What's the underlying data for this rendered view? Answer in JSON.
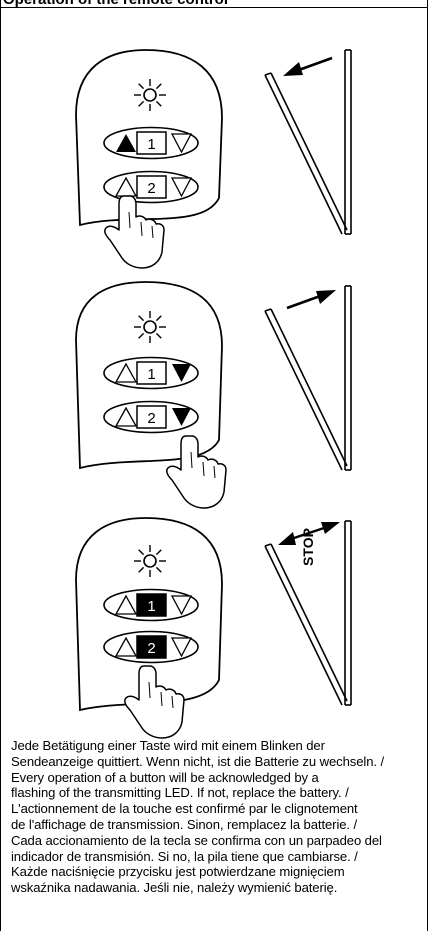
{
  "header": {
    "title": "Operation of the remote control"
  },
  "figures": [
    {
      "active_button": "up",
      "button_1_label": "1",
      "button_2_label": "2",
      "arrow_direction": "left"
    },
    {
      "active_button": "down",
      "button_1_label": "1",
      "button_2_label": "2",
      "arrow_direction": "right"
    },
    {
      "active_button": "stop",
      "button_1_label": "1",
      "button_2_label": "2",
      "stop_label": "STOP"
    }
  ],
  "description": {
    "lines": [
      "Jede Betätigung einer Taste wird mit einem Blinken der",
      "Sendeanzeige quittiert. Wenn nicht, ist die Batterie zu wechseln. /",
      "Every operation of a button will be acknowledged by a",
      "flashing of the transmitting LED. If not, replace the battery. /",
      "L'actionnement de la touche est confirmé par le clignotement",
      "de l'affichage de transmission. Sinon, remplacez la batterie. /",
      "Cada accionamiento de la tecla se confirma con un parpadeo del",
      "indicador de transmisión. Si no, la pila tiene que cambiarse. /",
      "Każde naciśnięcie przycisku jest potwierdzane mignięciem",
      "wskaźnika nadawania. Jeśli nie, należy wymienić baterię."
    ]
  }
}
